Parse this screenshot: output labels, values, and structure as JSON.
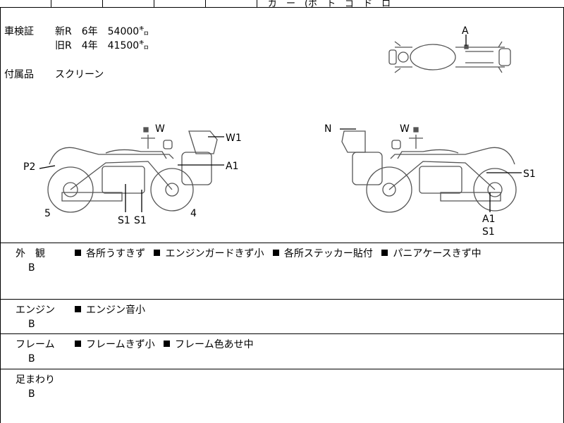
{
  "header_fragment": "ガ　ー　(ポ　ト　ゴ　ド　ロ",
  "inspection": {
    "label": "車検証",
    "new_line": "新R　6年　54000㌔",
    "old_line": "旧R　4年　41500㌔"
  },
  "accessories": {
    "label": "付属品",
    "value": "スクリーン"
  },
  "diagram_labels": {
    "top_a": "A",
    "left_w": "W",
    "left_w1": "W1",
    "left_p2": "P2",
    "left_a1": "A1",
    "left_5": "5",
    "left_4": "4",
    "left_s1a": "S1",
    "left_s1b": "S1",
    "right_n": "N",
    "right_w": "W",
    "right_s1": "S1",
    "right_a1": "A1",
    "right_s1b": "S1"
  },
  "rows": [
    {
      "label": "外　観",
      "grade": "B",
      "notes": [
        "各所うすきず",
        "エンジンガードきず小",
        "各所ステッカー貼付",
        "パニアケースきず中"
      ]
    },
    {
      "label": "エンジン",
      "grade": "B",
      "notes": [
        "エンジン音小"
      ]
    },
    {
      "label": "フレーム",
      "grade": "B",
      "notes": [
        "フレームきず小",
        "フレーム色あせ中"
      ]
    },
    {
      "label": "足まわり",
      "grade": "B",
      "notes": []
    }
  ]
}
